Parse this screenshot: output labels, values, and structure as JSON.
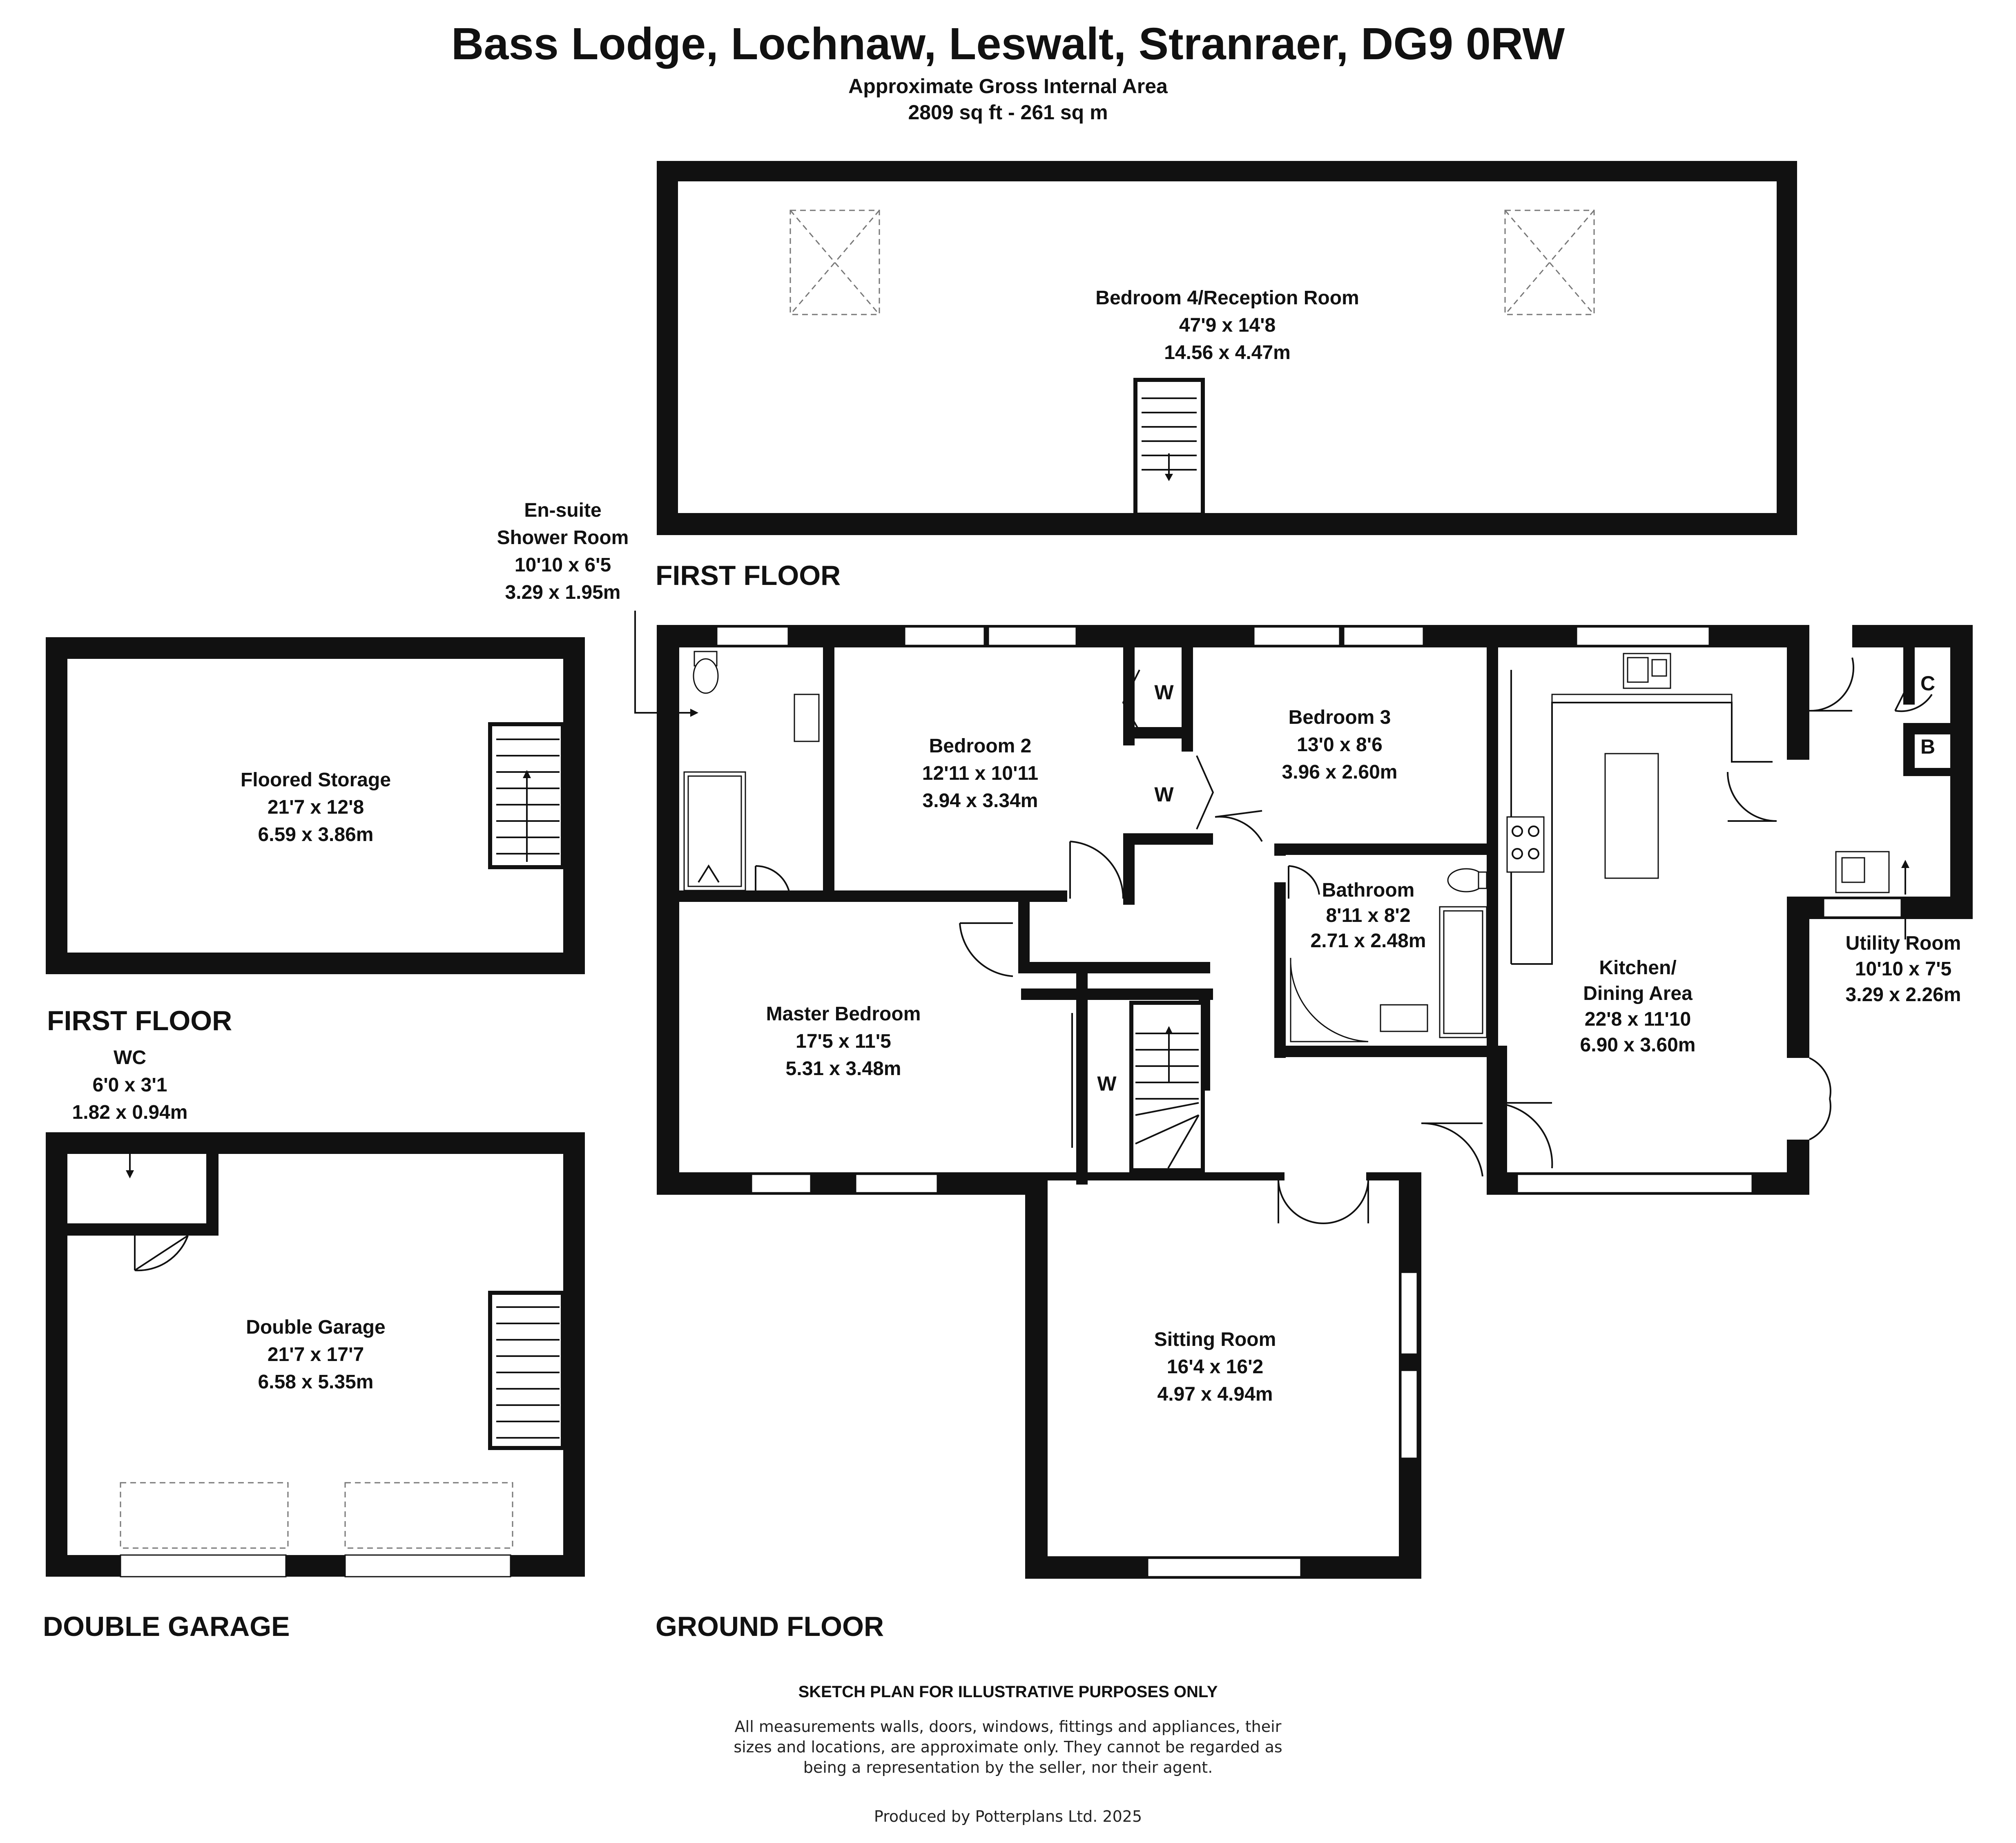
{
  "header": {
    "title": "Bass Lodge, Lochnaw, Leswalt, Stranraer, DG9 0RW",
    "area_label": "Approximate Gross Internal Area",
    "area_value": "2809 sq ft - 261 sq m"
  },
  "floors": {
    "first_floor_main": "FIRST FLOOR",
    "first_floor_garage": "FIRST FLOOR",
    "double_garage": "DOUBLE GARAGE",
    "ground_floor": "GROUND FLOOR"
  },
  "rooms": {
    "bedroom4": {
      "name": "Bedroom 4/Reception Room",
      "imperial": "47'9 x 14'8",
      "metric": "14.56 x 4.47m"
    },
    "ensuite": {
      "name_line1": "En-suite",
      "name_line2": "Shower Room",
      "imperial": "10'10 x 6'5",
      "metric": "3.29 x 1.95m"
    },
    "bedroom2": {
      "name": "Bedroom 2",
      "imperial": "12'11 x 10'11",
      "metric": "3.94 x 3.34m"
    },
    "bedroom3": {
      "name": "Bedroom 3",
      "imperial": "13'0 x 8'6",
      "metric": "3.96 x 2.60m"
    },
    "bathroom": {
      "name": "Bathroom",
      "imperial": "8'11 x 8'2",
      "metric": "2.71 x 2.48m"
    },
    "kitchen": {
      "name_line1": "Kitchen/",
      "name_line2": "Dining Area",
      "imperial": "22'8 x 11'10",
      "metric": "6.90 x 3.60m"
    },
    "utility": {
      "name": "Utility Room",
      "imperial": "10'10 x 7'5",
      "metric": "3.29 x 2.26m"
    },
    "master": {
      "name": "Master Bedroom",
      "imperial": "17'5 x 11'5",
      "metric": "5.31 x 3.48m"
    },
    "sitting": {
      "name": "Sitting Room",
      "imperial": "16'4 x 16'2",
      "metric": "4.97 x 4.94m"
    },
    "storage": {
      "name": "Floored Storage",
      "imperial": "21'7 x 12'8",
      "metric": "6.59 x 3.86m"
    },
    "wc": {
      "name": "WC",
      "imperial": "6'0 x 3'1",
      "metric": "1.82 x 0.94m"
    },
    "garage": {
      "name": "Double Garage",
      "imperial": "21'7 x 17'7",
      "metric": "6.58 x 5.35m"
    }
  },
  "labels": {
    "wardrobe": "W",
    "cupboard": "C",
    "boiler": "B"
  },
  "footer": {
    "disclaimer_title": "SKETCH PLAN FOR ILLUSTRATIVE PURPOSES ONLY",
    "disclaimer_line1": "All measurements walls, doors, windows, fittings and appliances, their",
    "disclaimer_line2": "sizes and locations, are approximate only. They cannot be regarded as",
    "disclaimer_line3": "being a representation by the seller, nor their agent.",
    "producer": "Produced by Potterplans Ltd. 2025"
  },
  "colors": {
    "wall": "#111111",
    "background": "#ffffff",
    "text": "#111111"
  }
}
